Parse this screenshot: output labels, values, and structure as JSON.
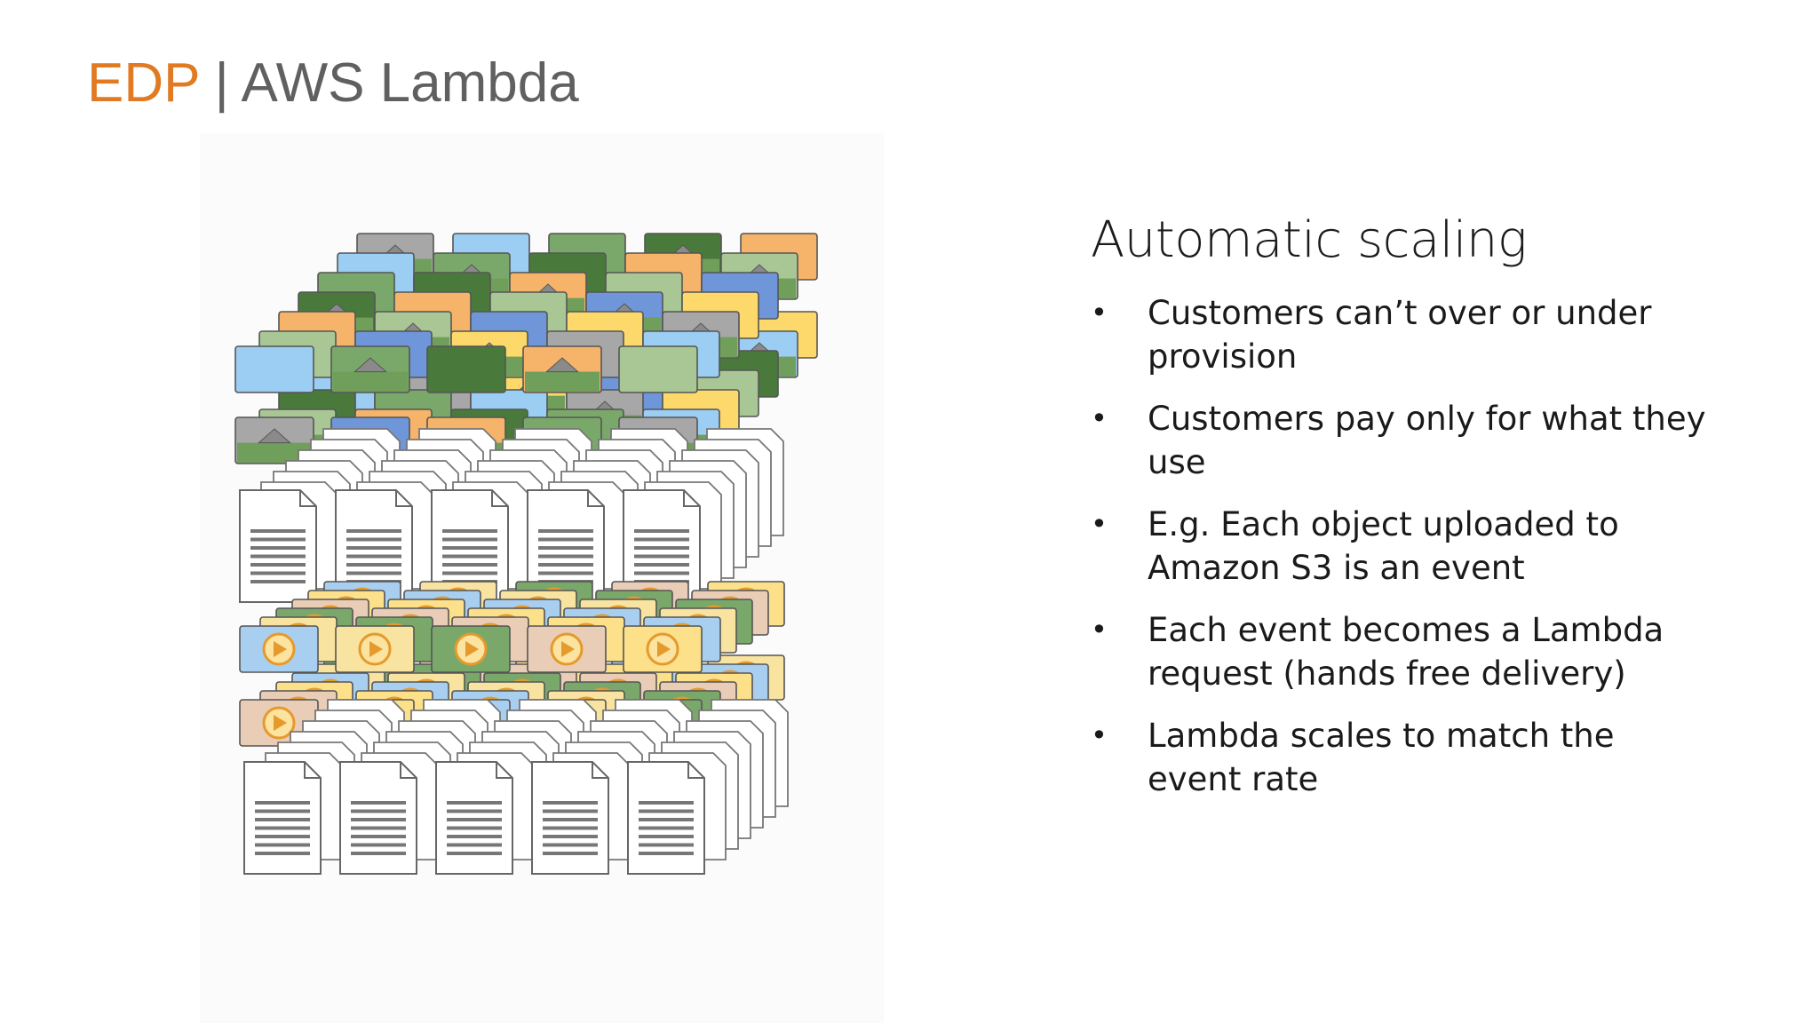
{
  "header": {
    "brand": "EDP",
    "separator": " | ",
    "product": "AWS Lambda"
  },
  "main": {
    "heading": "Automatic scaling",
    "bullet_symbol": "•",
    "bullets": [
      "Customers can’t over or under provision",
      "Customers pay only for what they use",
      "E.g. Each object uploaded to Amazon S3 is an event",
      "Each event becomes a Lambda request (hands free delivery)",
      "Lambda scales to match the event rate"
    ]
  },
  "colors": {
    "brand": "#e07b24",
    "title_gray": "#606060",
    "text": "#1a1a1a"
  },
  "illustration": {
    "icons": [
      "image-card-icon",
      "document-icon",
      "video-card-icon"
    ]
  }
}
